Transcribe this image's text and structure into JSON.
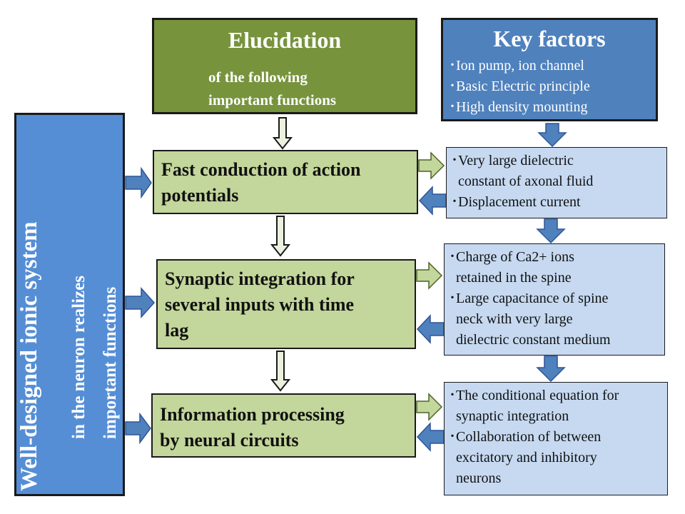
{
  "elucidation": {
    "title": "Elucidation",
    "subtitle_line1": "of the following",
    "subtitle_line2": "important functions"
  },
  "key_factors": {
    "title": "Key factors",
    "items": [
      "･Ion pump, ion channel",
      "･Basic Electric principle",
      "･High density mounting"
    ]
  },
  "left_bar": {
    "main": "Well-designed ionic system",
    "line2": "in the neuron realizes",
    "line3": "important functions"
  },
  "functions": [
    {
      "line1": "Fast conduction of action",
      "line2": "potentials",
      "line3": ""
    },
    {
      "line1": "Synaptic integration for",
      "line2": "several inputs with time",
      "line3": "lag"
    },
    {
      "line1": "Information processing",
      "line2": "by neural circuits",
      "line3": ""
    }
  ],
  "details": [
    [
      "･Very large dielectric",
      "  constant of axonal fluid",
      "･Displacement current"
    ],
    [
      "･Charge of Ca2+ ions",
      "  retained in the spine",
      "･Large capacitance of spine",
      "  neck with very large",
      "  dielectric constant medium"
    ],
    [
      "･The conditional equation for",
      "  synaptic integration",
      "･Collaboration of between",
      "  excitatory and inhibitory",
      "  neurons"
    ]
  ],
  "colors": {
    "elucidation_fill": "#77933c",
    "key_factors_fill": "#4f81bd",
    "left_bar_fill": "#558ed5",
    "function_fill": "#c3d69b",
    "detail_fill": "#c6d9f1",
    "arrow_blue": "#4f81bd"
  }
}
